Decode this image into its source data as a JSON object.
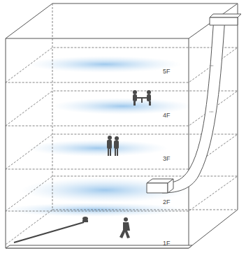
{
  "diagram": {
    "labels": [
      "5F",
      "4F",
      "3F",
      "2F",
      "1F"
    ]
  }
}
